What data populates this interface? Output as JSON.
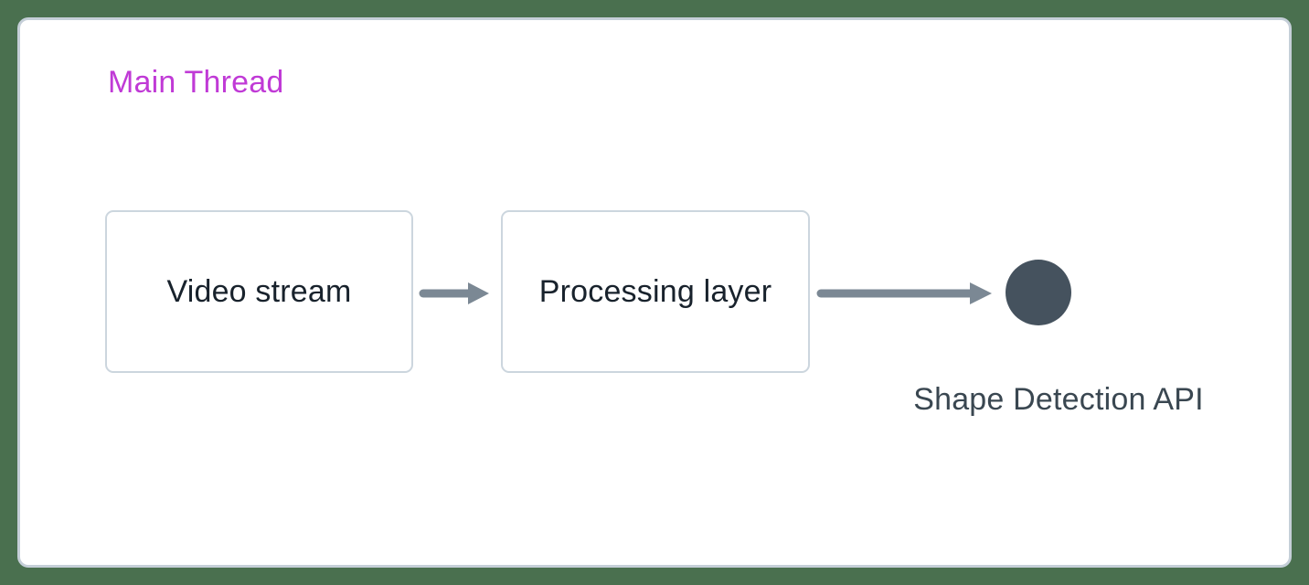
{
  "diagram": {
    "title": "Main Thread",
    "nodes": [
      {
        "id": "video-stream",
        "label": "Video stream"
      },
      {
        "id": "processing-layer",
        "label": "Processing layer"
      }
    ],
    "connectors": [
      {
        "from": "video-stream",
        "to": "processing-layer",
        "icon": "arrow-right-icon"
      },
      {
        "from": "processing-layer",
        "to": "shape-detection-api",
        "icon": "arrow-right-icon"
      }
    ],
    "terminal": {
      "id": "shape-detection-api",
      "label": "Shape Detection API",
      "icon": "filled-circle-icon"
    }
  },
  "colors": {
    "background": "#4a704f",
    "card_bg": "#ffffff",
    "card_border": "#c5cfd8",
    "box_border": "#ccd6de",
    "box_text": "#18222c",
    "arrow": "#7b8894",
    "circle": "#45525e",
    "terminal_text": "#3a4751",
    "title": "#c03ad6"
  }
}
